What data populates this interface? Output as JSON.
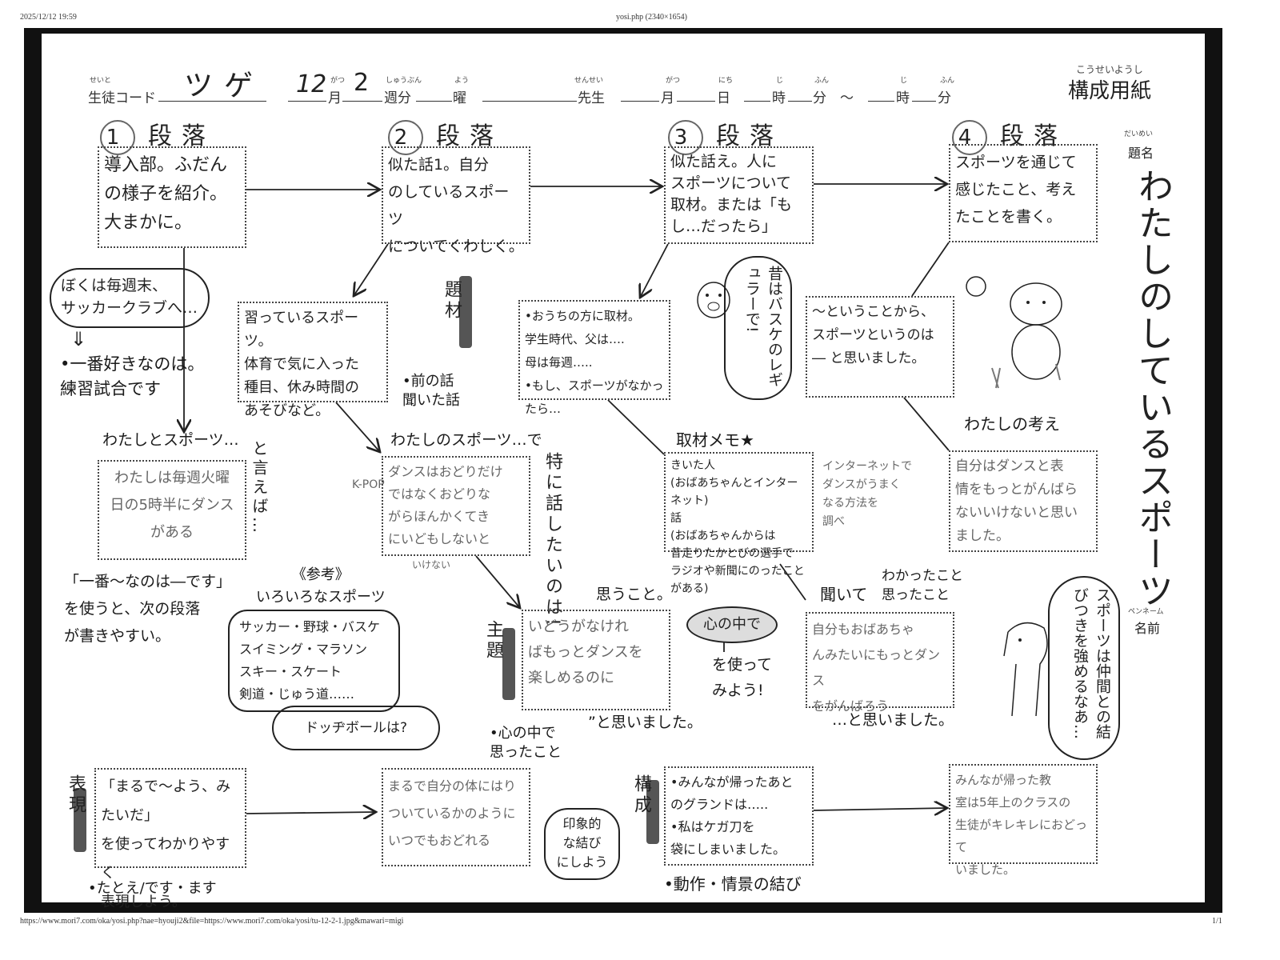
{
  "print_header": {
    "timestamp": "2025/12/12 19:59",
    "title": "yosi.php (2340×1654)"
  },
  "print_footer": {
    "url": "https://www.mori7.com/oka/yosi.php?nae=hyouji2&file=https://www.mori7.com/oka/yosi/tu-12-2-1.jpg&mawari=migi",
    "page": "1/1"
  },
  "form": {
    "student_code_ruby": "せいと",
    "student_code_label": "生徒コード",
    "student_code_value": "ツゲ",
    "month_value": "12",
    "month_ruby": "がつ",
    "month_label": "月",
    "week_value": "2",
    "week_ruby": "しゅうぶん",
    "week_label": "週分",
    "day_ruby": "よう",
    "day_label": "曜",
    "teacher_ruby": "せんせい",
    "teacher_label": "先生",
    "date_month_ruby": "がつ",
    "date_month": "月",
    "date_day_ruby": "にち",
    "date_day": "日",
    "hour_ruby": "じ",
    "hour": "時",
    "minute_ruby": "ふん",
    "minute": "分",
    "tilde": "～",
    "hour2_ruby": "じ",
    "hour2": "時",
    "minute2_ruby": "ふん",
    "minute2": "分",
    "sheet_title_ruby": "こうせいようし",
    "sheet_title": "構成用紙",
    "theme_ruby": "だいめい",
    "theme_label": "題名",
    "theme_value": "わたしのしているスポーツ",
    "penname_ruby": "ペンネーム",
    "penname_label": "名前"
  },
  "paragraphs": [
    {
      "num": "1",
      "label": "段落",
      "text": "導入部。ふだん\nの様子を紹介。\n大まかに。"
    },
    {
      "num": "2",
      "label": "段落",
      "text": "似た話1。自分\nのしているスポーツ\nについてくわしく。"
    },
    {
      "num": "3",
      "label": "段落",
      "text": "似た話え。人に\nスポーツについて\n取材。または「も\nし…だったら」"
    },
    {
      "num": "4",
      "label": "段落",
      "text": "スポーツを通じて\n感じたこと、考え\nたことを書く。"
    }
  ],
  "notes": {
    "cloud_soccer": "ぼくは毎週末、\nサッカークラブへ…",
    "down_arrow": "⇓",
    "favorite": "•一番好きなのは。\n練習試合です",
    "learning_box": "習っているスポーツ。\n体育で気に入った\n種目、休み時間の\nあそびなど。",
    "topic_tab": "題材",
    "family_box": "•おうちの方に取材。\n学生時代、父は….\n母は毎週…..\n•もし、スポーツがなかったら…",
    "pig_bubble": "昔はバスケのレギュラーで!",
    "conclusion_box": "～ということから、\nスポーツというのは\n― と思いました。",
    "previous_story": "•前の話\n聞いた話",
    "me_and_sports": "わたしとスポーツ…",
    "speaking_of": "と言えば…",
    "me_box": "わたしは毎週火曜\n日の5時半にダンス\nがある",
    "my_sport": "わたしのスポーツ…で",
    "especially": "特に話したいのは!",
    "dance_box_prefix": "K-POP",
    "dance_box": "ダンスはおどりだけ\nではなくおどりな\nがらほんかくてき\nにいどもしないと",
    "dance_box_tail": "いけない",
    "interview_memo": "取材メモ★",
    "interview_box": "きいた人\n(おばあちゃんとインターネット)\n話\n(おばあちゃんからは\n昔走りたかとびの選手で\nラジオや新聞にのったことがある)",
    "internet_note": "インターネットで\nダンスがうまく\nなる方法を\n調べ",
    "my_thoughts": "わたしの考え",
    "thoughts_box": "自分はダンスと表\n情をもっとがんばら\nないいけないと思い\nました。",
    "tip_most": "「一番～なのは―です」\nを使うと、次の段落\nが書きやすい。",
    "reference": "《参考》\nいろいろなスポーツ",
    "sports_list": "サッカー・野球・バスケ\nスイミング・マラソン\nスキー・スケート\n剣道・じゅう道……",
    "dodgeball": "ドッヂボールは?",
    "theme_tab": "主題",
    "think": "思うこと。",
    "think_box": "いどうがなけれ\nばもっとダンスを\n楽しめるのに",
    "thought_end1": "”と思いました。",
    "in_heart": "心の中で",
    "use_it": "を使って\nみよう!",
    "heard": "聞いて",
    "learned": "わかったこと\n思ったこと",
    "heard_box": "自分もおばあちゃ\nんみたいにもっとダンス\nをがんばろう",
    "thought_end2": "…と思いました。",
    "dog_bubble": "スポーツは仲間との結びつきを強めるなあ…",
    "heart_thought": "•心の中で\n思ったこと",
    "expression_tab": "表現",
    "expression_box": "「まるで～よう、みたいだ」\nを使ってわかりやすく\n表現しよう。",
    "example": "•たとえ/です・ます",
    "like_box": "まるで自分の体にはり\nついているかのように\nいつでもおどれる",
    "impressive": "印象的\nな結び\nにしよう",
    "structure_tab": "構成",
    "ending_box": "•みんなが帰ったあと\nのグランドは…..\n•私はケガ刀を\n袋にしまいました。",
    "action_scene": "•動作・情景の結び",
    "final_box": "みんなが帰った教\n室は5年上のクラスの\n生徒がキレキレにおどって\nいました。"
  }
}
